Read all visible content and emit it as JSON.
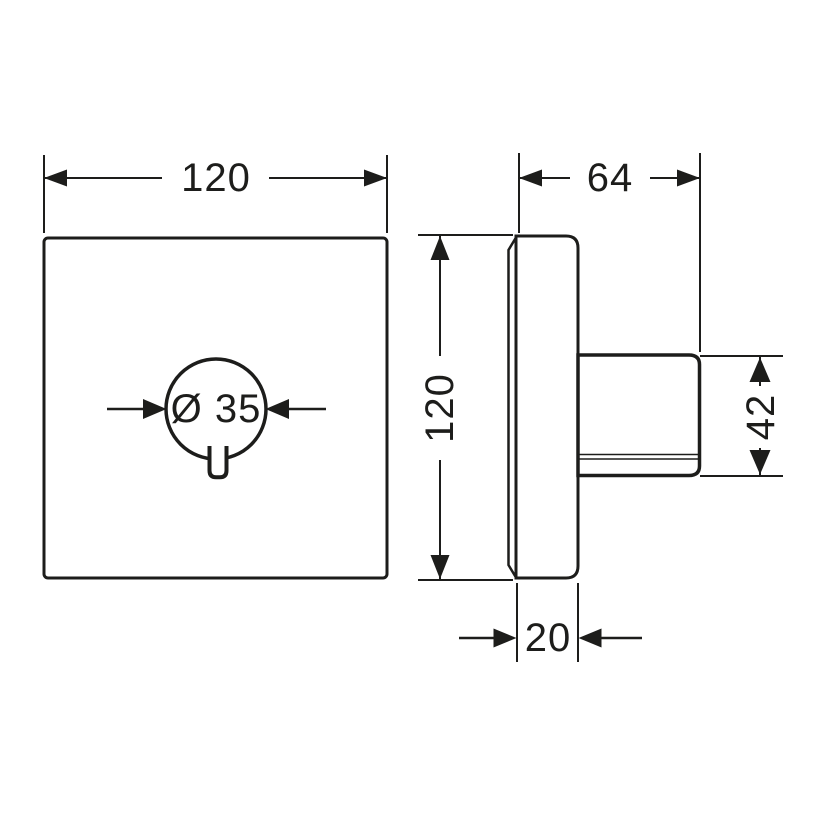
{
  "colors": {
    "background": "#ffffff",
    "line": "#1d1d1b"
  },
  "front_view": {
    "plate_width_label": "120",
    "handle_diameter_label": "Ø 35"
  },
  "side_view": {
    "total_depth_label": "64",
    "plate_height_label": "120",
    "handle_height_label": "42",
    "plate_depth_label": "20"
  }
}
